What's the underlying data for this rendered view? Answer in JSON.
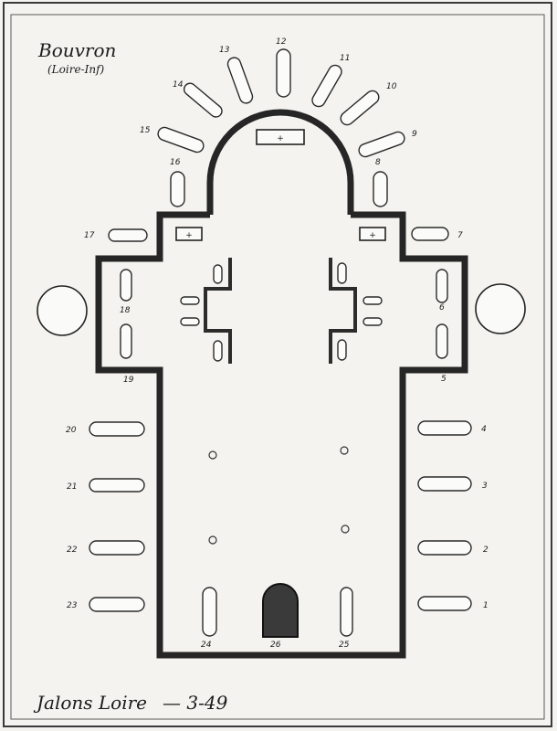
{
  "title": "Bouvron",
  "subtitle": "(Loire-Inf)",
  "signature": "Jalons Loire",
  "date": "3-49",
  "window_numbers": [
    "1",
    "2",
    "3",
    "4",
    "5",
    "6",
    "7",
    "8",
    "9",
    "10",
    "11",
    "12",
    "13",
    "14",
    "15",
    "16",
    "17",
    "18",
    "19",
    "20",
    "21",
    "22",
    "23",
    "24",
    "25",
    "26"
  ],
  "altar_symbol": "+",
  "colors": {
    "paper": "#f4f3ef",
    "ink": "#262626",
    "door": "#3a3a3a"
  }
}
